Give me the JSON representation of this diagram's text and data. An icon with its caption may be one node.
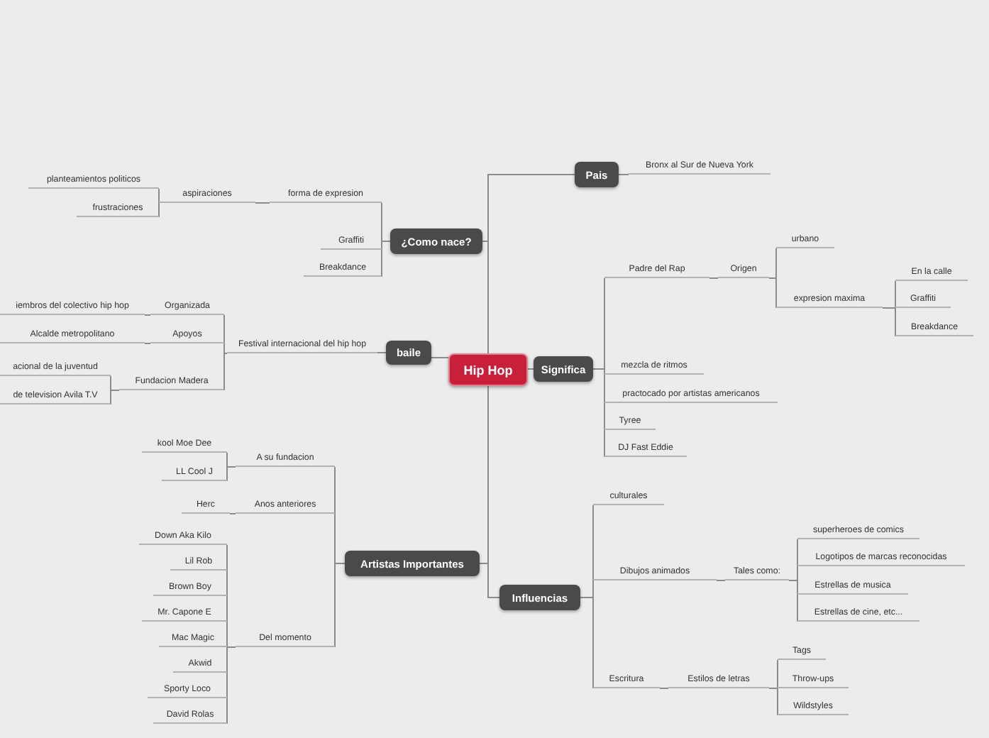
{
  "diagram": {
    "nodes": [
      {
        "text": [
          "Hip Hop"
        ]
      },
      {
        "text": [
          "Pais"
        ]
      },
      {
        "text": [
          "Bronx al Sur de Nueva York"
        ]
      },
      {
        "text": [
          "¿Como nace?"
        ]
      },
      {
        "text": [
          "forma de expresion"
        ]
      },
      {
        "text": [
          "aspiraciones"
        ]
      },
      {
        "text": [
          "planteamientos politicos"
        ]
      },
      {
        "text": [
          "frustraciones"
        ]
      },
      {
        "text": [
          "Graffiti"
        ]
      },
      {
        "text": [
          "Breakdance"
        ]
      },
      {
        "text": [
          "baile"
        ]
      },
      {
        "text": [
          "Festival internacional del hip hop"
        ]
      },
      {
        "text": [
          "Organizada"
        ]
      },
      {
        "text": [
          "iembros del colectivo hip hop"
        ]
      },
      {
        "text": [
          "Apoyos"
        ]
      },
      {
        "text": [
          "Alcalde metropolitano"
        ]
      },
      {
        "text": [
          "Fundacion Madera"
        ]
      },
      {
        "text": [
          "acional de la juventud"
        ]
      },
      {
        "text": [
          "de television Avila T.V"
        ]
      },
      {
        "text": [
          "Significa"
        ]
      },
      {
        "text": [
          "Padre del Rap"
        ]
      },
      {
        "text": [
          "Origen"
        ]
      },
      {
        "text": [
          "urbano"
        ]
      },
      {
        "text": [
          "expresion maxima"
        ]
      },
      {
        "text": [
          "En la calle"
        ]
      },
      {
        "text": [
          "Graffiti"
        ]
      },
      {
        "text": [
          "Breakdance"
        ]
      },
      {
        "text": [
          "mezcla de ritmos"
        ]
      },
      {
        "text": [
          "practocado por artistas americanos"
        ]
      },
      {
        "text": [
          "Tyree"
        ]
      },
      {
        "text": [
          "DJ Fast Eddie"
        ]
      },
      {
        "text": [
          "Artistas Importantes"
        ]
      },
      {
        "text": [
          "A su fundacion"
        ]
      },
      {
        "text": [
          "kool Moe Dee"
        ]
      },
      {
        "text": [
          "LL Cool J"
        ]
      },
      {
        "text": [
          "Anos anteriores"
        ]
      },
      {
        "text": [
          "Herc"
        ]
      },
      {
        "text": [
          "Del  momento"
        ]
      },
      {
        "text": [
          "Down Aka Kilo"
        ]
      },
      {
        "text": [
          "Lil Rob"
        ]
      },
      {
        "text": [
          "Brown Boy"
        ]
      },
      {
        "text": [
          "Mr. Capone E"
        ]
      },
      {
        "text": [
          "Mac Magic"
        ]
      },
      {
        "text": [
          "Akwid"
        ]
      },
      {
        "text": [
          "Sporty Loco"
        ]
      },
      {
        "text": [
          "David Rolas"
        ]
      },
      {
        "text": [
          "Influencias"
        ]
      },
      {
        "text": [
          "culturales"
        ]
      },
      {
        "text": [
          "Dibujos animados"
        ]
      },
      {
        "text": [
          "Tales como:"
        ]
      },
      {
        "text": [
          "superheroes de comics"
        ]
      },
      {
        "text": [
          "Logotipos de marcas reconocidas"
        ]
      },
      {
        "text": [
          "Estrellas de musica"
        ]
      },
      {
        "text": [
          "Estrellas de cine, etc..."
        ]
      },
      {
        "text": [
          "Escritura"
        ]
      },
      {
        "text": [
          "Estilos de letras"
        ]
      },
      {
        "text": [
          "Tags"
        ]
      },
      {
        "text": [
          "Throw-ups"
        ]
      },
      {
        "text": [
          "Wildstyles"
        ]
      }
    ],
    "edges": [
      {
        "from": 0,
        "to": 1,
        "arrow": "none"
      },
      {
        "from": 0,
        "to": 3,
        "arrow": "none"
      },
      {
        "from": 0,
        "to": 10,
        "arrow": "none"
      },
      {
        "from": 0,
        "to": 19,
        "arrow": "none"
      },
      {
        "from": 0,
        "to": 31,
        "arrow": "none"
      },
      {
        "from": 0,
        "to": 46,
        "arrow": "none"
      },
      {
        "from": 1,
        "to": 2,
        "arrow": "none"
      },
      {
        "from": 3,
        "to": 4,
        "arrow": "none"
      },
      {
        "from": 3,
        "to": 8,
        "arrow": "none"
      },
      {
        "from": 3,
        "to": 9,
        "arrow": "none"
      },
      {
        "from": 4,
        "to": 5,
        "arrow": "none"
      },
      {
        "from": 5,
        "to": 6,
        "arrow": "none"
      },
      {
        "from": 5,
        "to": 7,
        "arrow": "none"
      },
      {
        "from": 10,
        "to": 11,
        "arrow": "none"
      },
      {
        "from": 11,
        "to": 12,
        "arrow": "none"
      },
      {
        "from": 11,
        "to": 14,
        "arrow": "none"
      },
      {
        "from": 11,
        "to": 16,
        "arrow": "none"
      },
      {
        "from": 12,
        "to": 13,
        "arrow": "none"
      },
      {
        "from": 14,
        "to": 15,
        "arrow": "none"
      },
      {
        "from": 16,
        "to": 17,
        "arrow": "none"
      },
      {
        "from": 16,
        "to": 18,
        "arrow": "none"
      },
      {
        "from": 19,
        "to": 20,
        "arrow": "none"
      },
      {
        "from": 19,
        "to": 27,
        "arrow": "none"
      },
      {
        "from": 19,
        "to": 28,
        "arrow": "none"
      },
      {
        "from": 19,
        "to": 29,
        "arrow": "none"
      },
      {
        "from": 19,
        "to": 30,
        "arrow": "none"
      },
      {
        "from": 20,
        "to": 21,
        "arrow": "none"
      },
      {
        "from": 21,
        "to": 22,
        "arrow": "none"
      },
      {
        "from": 21,
        "to": 23,
        "arrow": "none"
      },
      {
        "from": 23,
        "to": 24,
        "arrow": "none"
      },
      {
        "from": 23,
        "to": 25,
        "arrow": "none"
      },
      {
        "from": 23,
        "to": 26,
        "arrow": "none"
      },
      {
        "from": 31,
        "to": 32,
        "arrow": "none"
      },
      {
        "from": 31,
        "to": 35,
        "arrow": "none"
      },
      {
        "from": 31,
        "to": 37,
        "arrow": "none"
      },
      {
        "from": 32,
        "to": 33,
        "arrow": "none"
      },
      {
        "from": 32,
        "to": 34,
        "arrow": "none"
      },
      {
        "from": 35,
        "to": 36,
        "arrow": "none"
      },
      {
        "from": 37,
        "to": 38,
        "arrow": "none"
      },
      {
        "from": 37,
        "to": 39,
        "arrow": "none"
      },
      {
        "from": 37,
        "to": 40,
        "arrow": "none"
      },
      {
        "from": 37,
        "to": 41,
        "arrow": "none"
      },
      {
        "from": 37,
        "to": 42,
        "arrow": "none"
      },
      {
        "from": 37,
        "to": 43,
        "arrow": "none"
      },
      {
        "from": 37,
        "to": 44,
        "arrow": "none"
      },
      {
        "from": 37,
        "to": 45,
        "arrow": "none"
      },
      {
        "from": 46,
        "to": 47,
        "arrow": "none"
      },
      {
        "from": 46,
        "to": 48,
        "arrow": "none"
      },
      {
        "from": 46,
        "to": 54,
        "arrow": "none"
      },
      {
        "from": 48,
        "to": 49,
        "arrow": "none"
      },
      {
        "from": 49,
        "to": 50,
        "arrow": "none"
      },
      {
        "from": 49,
        "to": 51,
        "arrow": "none"
      },
      {
        "from": 49,
        "to": 52,
        "arrow": "none"
      },
      {
        "from": 49,
        "to": 53,
        "arrow": "none"
      },
      {
        "from": 54,
        "to": 55,
        "arrow": "none"
      },
      {
        "from": 55,
        "to": 56,
        "arrow": "none"
      },
      {
        "from": 55,
        "to": 57,
        "arrow": "none"
      },
      {
        "from": 55,
        "to": 58,
        "arrow": "none"
      }
    ]
  }
}
